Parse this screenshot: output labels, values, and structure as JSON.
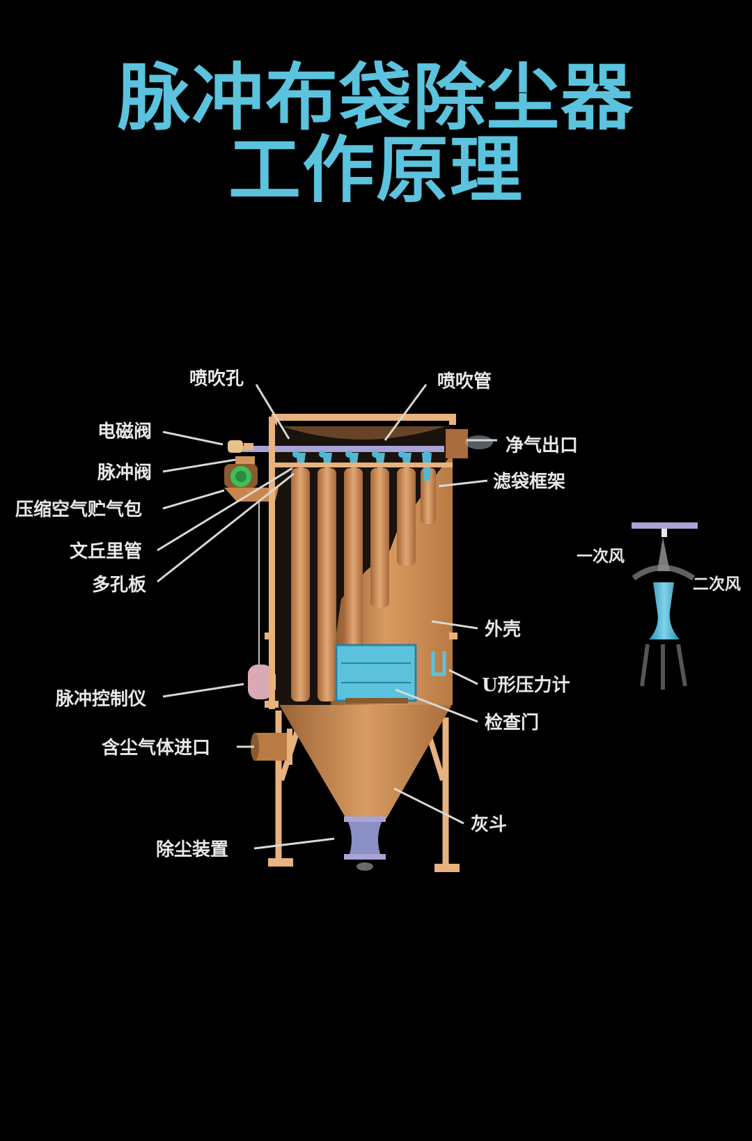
{
  "title": {
    "line1": "脉冲布袋除尘器",
    "line2": "工作原理"
  },
  "labels": {
    "spray_hole": "喷吹孔",
    "spray_pipe": "喷吹管",
    "solenoid_valve": "电磁阀",
    "clean_gas_outlet": "净气出口",
    "pulse_valve": "脉冲阀",
    "bag_cage": "滤袋框架",
    "air_tank": "压缩空气贮气包",
    "venturi": "文丘里管",
    "perforated_plate": "多孔板",
    "shell": "外壳",
    "u_manometer": "U形压力计",
    "pulse_controller": "脉冲控制仪",
    "inspection_door": "检查门",
    "dusty_gas_inlet": "含尘气体进口",
    "ash_hopper": "灰斗",
    "dust_discharge": "除尘装置",
    "primary_air": "一次风",
    "secondary_air": "二次风"
  },
  "colors": {
    "title": "#5bc3dd",
    "label": "#e8e8e8",
    "leader": "#d8d8d8",
    "frame": "#e8b27e",
    "shell": "#d4935a",
    "bag": "#c9864c",
    "venturi": "#4fb7d4",
    "background": "#000000"
  }
}
